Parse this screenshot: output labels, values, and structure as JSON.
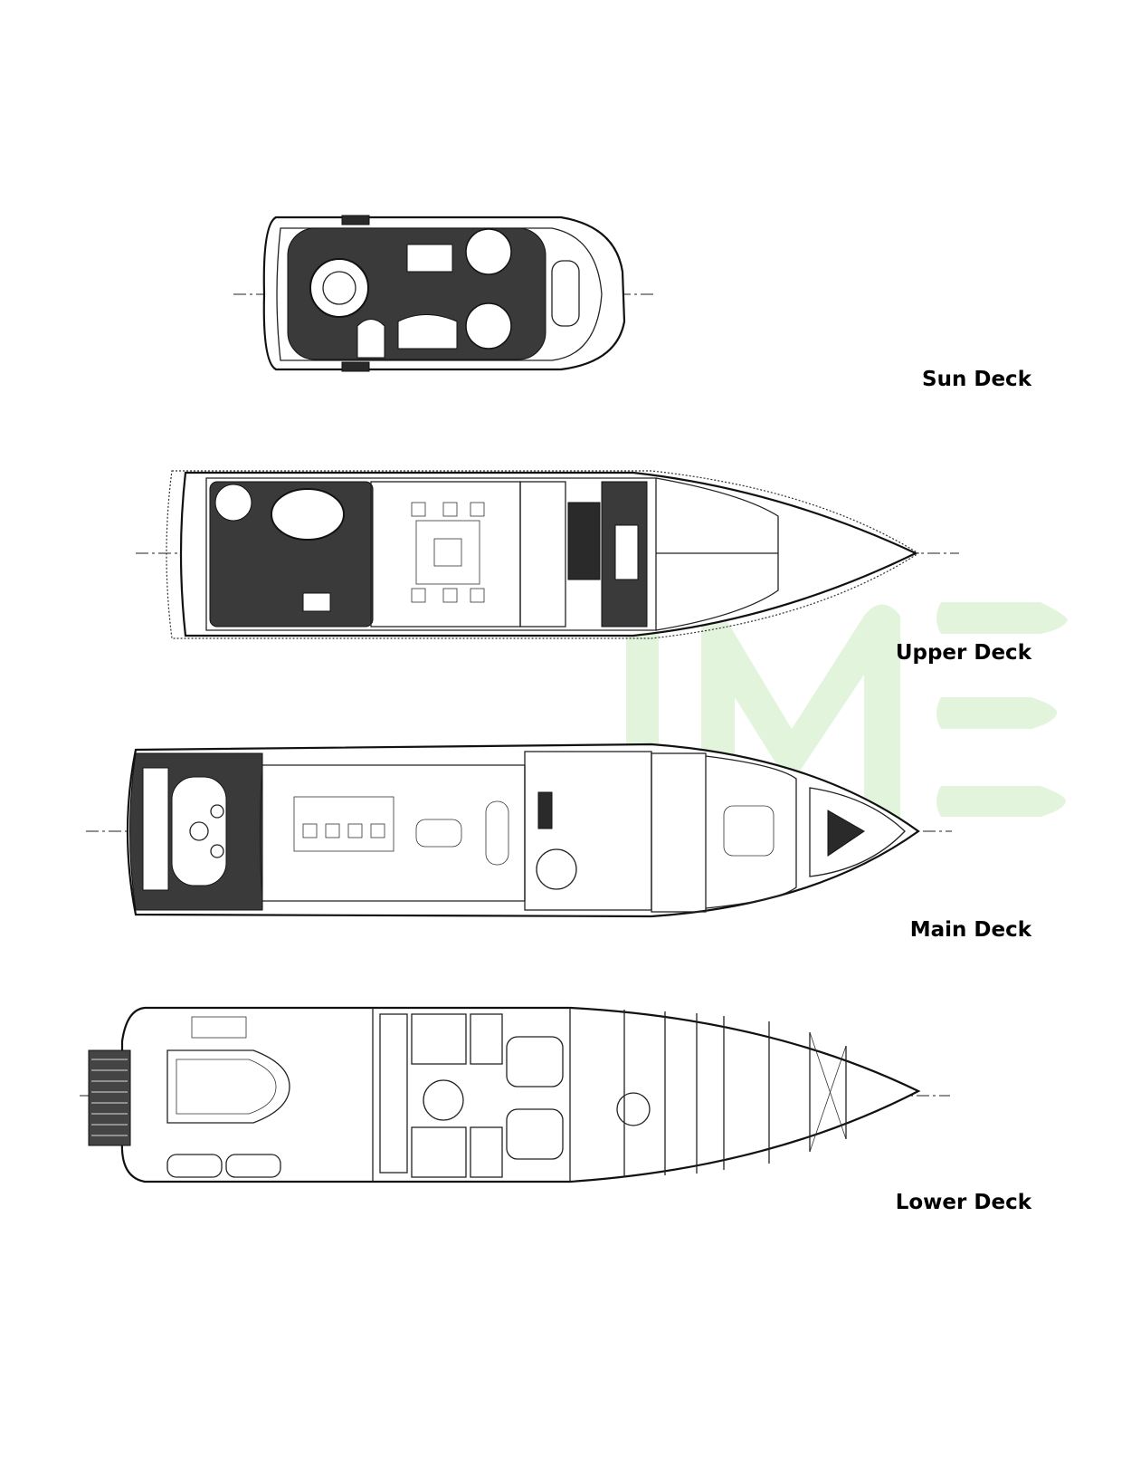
{
  "decks": [
    {
      "id": "sun",
      "label": "Sun Deck"
    },
    {
      "id": "upper",
      "label": "Upper Deck"
    },
    {
      "id": "main",
      "label": "Main Deck"
    },
    {
      "id": "lower",
      "label": "Lower Deck"
    }
  ],
  "watermark": {
    "text": "IME",
    "color": "#e2f5dc"
  }
}
